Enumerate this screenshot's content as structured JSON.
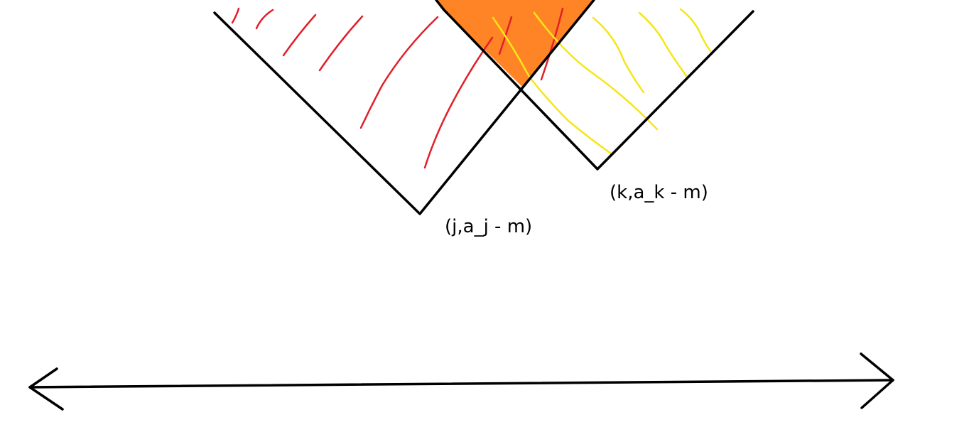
{
  "labels": {
    "point_j": "(j,a_j - m)",
    "point_k": "(k,a_k - m)"
  },
  "colors": {
    "background": "#ffffff",
    "outline": "#000000",
    "left_hatch": "#e0202a",
    "right_hatch": "#f5e61a",
    "overlap_fill": "#ff8425"
  },
  "shapes": {
    "left_cone": "v-shape-with-red-hatching",
    "right_cone": "v-shape-with-yellow-hatching",
    "overlap": "orange-filled-intersection",
    "axis": "double-headed-arrow"
  }
}
